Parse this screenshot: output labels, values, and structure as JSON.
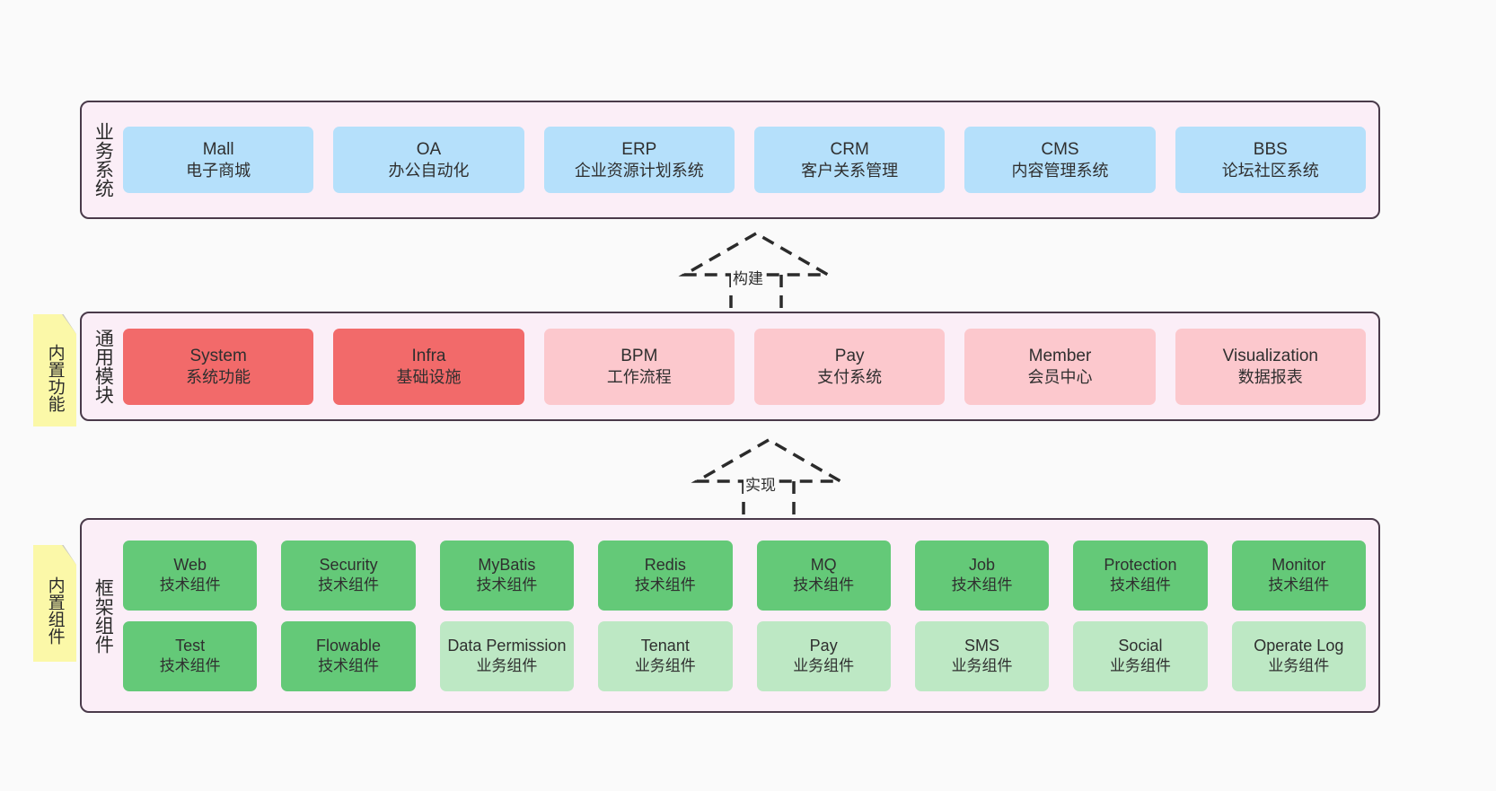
{
  "diagram": {
    "title": "ruoyi-vue-pro architecture layers",
    "colors": {
      "band_bg": "#fbeef7",
      "band_border": "#4a3a4a",
      "business": "#b5e0fb",
      "module_active": "#f26a6a",
      "module_plain": "#fcc8cd",
      "tech_component": "#64c978",
      "biz_component": "#bde8c4",
      "note": "#fbf8a8",
      "note_fold": "#c9c9c9"
    }
  },
  "layers": {
    "business": {
      "label": "业务系统",
      "cards": [
        {
          "en": "Mall",
          "cn": "电子商城"
        },
        {
          "en": "OA",
          "cn": "办公自动化"
        },
        {
          "en": "ERP",
          "cn": "企业资源计划系统"
        },
        {
          "en": "CRM",
          "cn": "客户关系管理"
        },
        {
          "en": "CMS",
          "cn": "内容管理系统"
        },
        {
          "en": "BBS",
          "cn": "论坛社区系统"
        }
      ]
    },
    "modules": {
      "label": "通用模块",
      "note": "内置功能",
      "cards": [
        {
          "en": "System",
          "cn": "系统功能"
        },
        {
          "en": "Infra",
          "cn": "基础设施"
        },
        {
          "en": "BPM",
          "cn": "工作流程"
        },
        {
          "en": "Pay",
          "cn": "支付系统"
        },
        {
          "en": "Member",
          "cn": "会员中心"
        },
        {
          "en": "Visualization",
          "cn": "数据报表"
        }
      ]
    },
    "framework": {
      "label": "框架组件",
      "note": "内置组件",
      "row1": [
        {
          "en": "Web",
          "cn": "技术组件"
        },
        {
          "en": "Security",
          "cn": "技术组件"
        },
        {
          "en": "MyBatis",
          "cn": "技术组件"
        },
        {
          "en": "Redis",
          "cn": "技术组件"
        },
        {
          "en": "MQ",
          "cn": "技术组件"
        },
        {
          "en": "Job",
          "cn": "技术组件"
        },
        {
          "en": "Protection",
          "cn": "技术组件"
        },
        {
          "en": "Monitor",
          "cn": "技术组件"
        }
      ],
      "row2": [
        {
          "en": "Test",
          "cn": "技术组件"
        },
        {
          "en": "Flowable",
          "cn": "技术组件"
        },
        {
          "en": "Data Permission",
          "cn": "业务组件"
        },
        {
          "en": "Tenant",
          "cn": "业务组件"
        },
        {
          "en": "Pay",
          "cn": "业务组件"
        },
        {
          "en": "SMS",
          "cn": "业务组件"
        },
        {
          "en": "Social",
          "cn": "业务组件"
        },
        {
          "en": "Operate Log",
          "cn": "业务组件"
        }
      ]
    }
  },
  "connectors": {
    "build": {
      "label": "构建"
    },
    "implement": {
      "label": "实现"
    }
  }
}
